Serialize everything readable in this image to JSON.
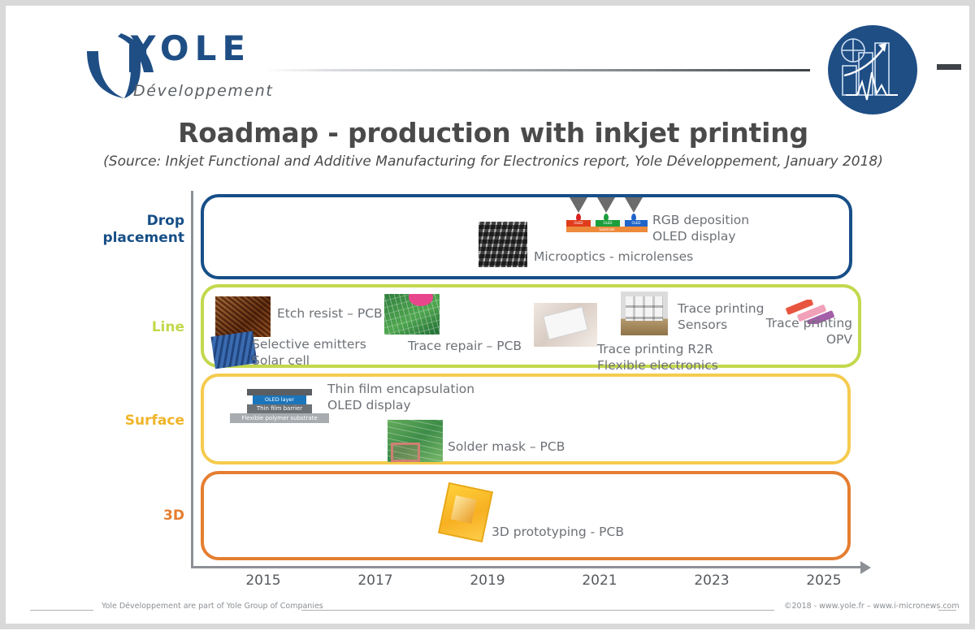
{
  "header": {
    "logo_name": "YOLE",
    "logo_sub": "Développement",
    "badge_name": "yole-circle-badge"
  },
  "title": "Roadmap - production with inkjet printing",
  "subtitle": "(Source: Inkjet Functional and Additive Manufacturing for Electronics report, Yole Développement, January 2018)",
  "chart_data": {
    "type": "table",
    "title": "Roadmap - production with inkjet printing",
    "subtitle": "(Source: Inkjet Functional and Additive Manufacturing for Electronics report, Yole Développement, January 2018)",
    "xlabel": "",
    "ylabel": "",
    "x_ticks": [
      "2015",
      "2017",
      "2019",
      "2021",
      "2023",
      "2025"
    ],
    "xlim": [
      2014,
      2026
    ],
    "grid": false,
    "legend": "none",
    "categories": [
      "Drop placement",
      "Line",
      "Surface",
      "3D"
    ],
    "series": [
      {
        "name": "Drop placement",
        "color": "#174f87",
        "items": [
          {
            "label": "Microoptics - microlenses",
            "x_year": 2019
          },
          {
            "label": "RGB deposition\nOLED display",
            "x_year": 2021
          }
        ]
      },
      {
        "name": "Line",
        "color": "#c3d84c",
        "items": [
          {
            "label": "Etch resist – PCB",
            "x_year": 2015
          },
          {
            "label": "Selective emitters\nSolar cell",
            "x_year": 2015
          },
          {
            "label": "Trace repair – PCB",
            "x_year": 2017
          },
          {
            "label": "Trace printing R2R\nFlexible electronics",
            "x_year": 2020
          },
          {
            "label": "Trace printing\nSensors",
            "x_year": 2022
          },
          {
            "label": "Trace printing\nOPV",
            "x_year": 2025
          }
        ]
      },
      {
        "name": "Surface",
        "color": "#f5cb4e",
        "items": [
          {
            "label": "Thin  film encapsulation\nOLED display",
            "x_year": 2016
          },
          {
            "label": "Solder mask – PCB",
            "x_year": 2018
          }
        ]
      },
      {
        "name": "3D",
        "color": "#e57e30",
        "items": [
          {
            "label": "3D prototyping - PCB",
            "x_year": 2019
          }
        ]
      }
    ]
  },
  "rows": {
    "drop": {
      "label": "Drop\nplacement",
      "color": "#174f87"
    },
    "line": {
      "label": "Line",
      "color": "#c3d84c"
    },
    "surface": {
      "label": "Surface",
      "color": "#f0b429"
    },
    "threed": {
      "label": "3D",
      "color": "#e57e30"
    }
  },
  "captions": {
    "microoptics": "Microoptics - microlenses",
    "rgb_oled": "RGB deposition\nOLED display",
    "etch_resist": "Etch resist – PCB",
    "selective_emitters": "Selective emitters\nSolar cell",
    "trace_repair": "Trace repair – PCB",
    "trace_r2r": "Trace printing R2R\nFlexible electronics",
    "trace_sensors": "Trace printing\nSensors",
    "trace_opv": "Trace printing\nOPV",
    "thin_film": "Thin  film encapsulation\nOLED display",
    "solder_mask": "Solder mask – PCB",
    "proto_3d": "3D prototyping - PCB"
  },
  "diagram_rgb": {
    "oled_r": "OLED",
    "oled_g": "OLED",
    "oled_b": "OLED",
    "substrate": "Substrate"
  },
  "diagram_tf": {
    "oled_layer": "OLED layer",
    "barrier": "Thin film barrier",
    "substrate": "Flexible polymer substrate"
  },
  "axis": {
    "years": [
      "2015",
      "2017",
      "2019",
      "2021",
      "2023",
      "2025"
    ]
  },
  "footer": {
    "left": "Yole Développement are part of Yole Group of Companies",
    "right": "©2018 - www.yole.fr – www.i-micronews.com"
  }
}
